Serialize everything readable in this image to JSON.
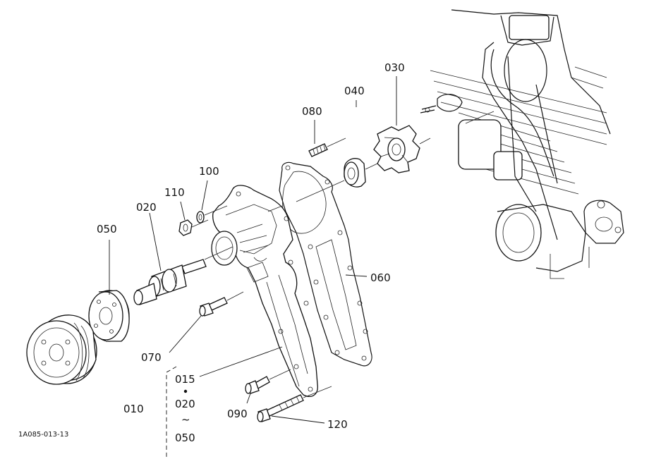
{
  "diagram": {
    "drawing_number": "1A085-013-13",
    "callouts": {
      "p010": "010",
      "p015": "015",
      "p020": "020",
      "p020b": "020",
      "p030": "030",
      "p040": "040",
      "p050": "050",
      "p050b": "050",
      "p060": "060",
      "p070": "070",
      "p080": "080",
      "p090": "090",
      "p100": "100",
      "p110": "110",
      "p120": "120"
    },
    "range_tilde": "~"
  }
}
